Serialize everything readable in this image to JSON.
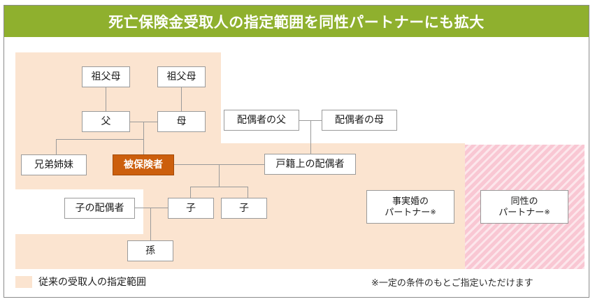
{
  "header": {
    "title": "死亡保険金受取人の指定範囲を同性パートナーにも拡大",
    "background_color": "#8fb02e",
    "text_color": "#ffffff"
  },
  "regions": {
    "legacy_scope_color": "#fbe4d0",
    "new_scope_color": "#f9c7d3"
  },
  "tree": {
    "nodes": [
      {
        "id": "grandparents_paternal",
        "label": "祖父母"
      },
      {
        "id": "grandparents_maternal",
        "label": "祖父母"
      },
      {
        "id": "father",
        "label": "父"
      },
      {
        "id": "mother",
        "label": "母"
      },
      {
        "id": "siblings",
        "label": "兄弟姉妹"
      },
      {
        "id": "insured",
        "label": "被保険者"
      },
      {
        "id": "spouse_father",
        "label": "配偶者の父"
      },
      {
        "id": "spouse_mother",
        "label": "配偶者の母"
      },
      {
        "id": "legal_spouse",
        "label": "戸籍上の配偶者"
      },
      {
        "id": "child_spouse",
        "label": "子の配偶者"
      },
      {
        "id": "child_1",
        "label": "子"
      },
      {
        "id": "child_2",
        "label": "子"
      },
      {
        "id": "grandchild",
        "label": "孫"
      }
    ],
    "partners": [
      {
        "id": "common_law_partner",
        "line1": "事実婚の",
        "line2": "パートナー",
        "asterisk": "※"
      },
      {
        "id": "same_sex_partner",
        "line1": "同性の",
        "line2": "パートナー",
        "asterisk": "※"
      }
    ]
  },
  "legend": {
    "label": "従来の受取人の指定範囲",
    "swatch_color": "#fbe4d0"
  },
  "footnote": {
    "text": "※一定の条件のもとご指定いただけます"
  }
}
